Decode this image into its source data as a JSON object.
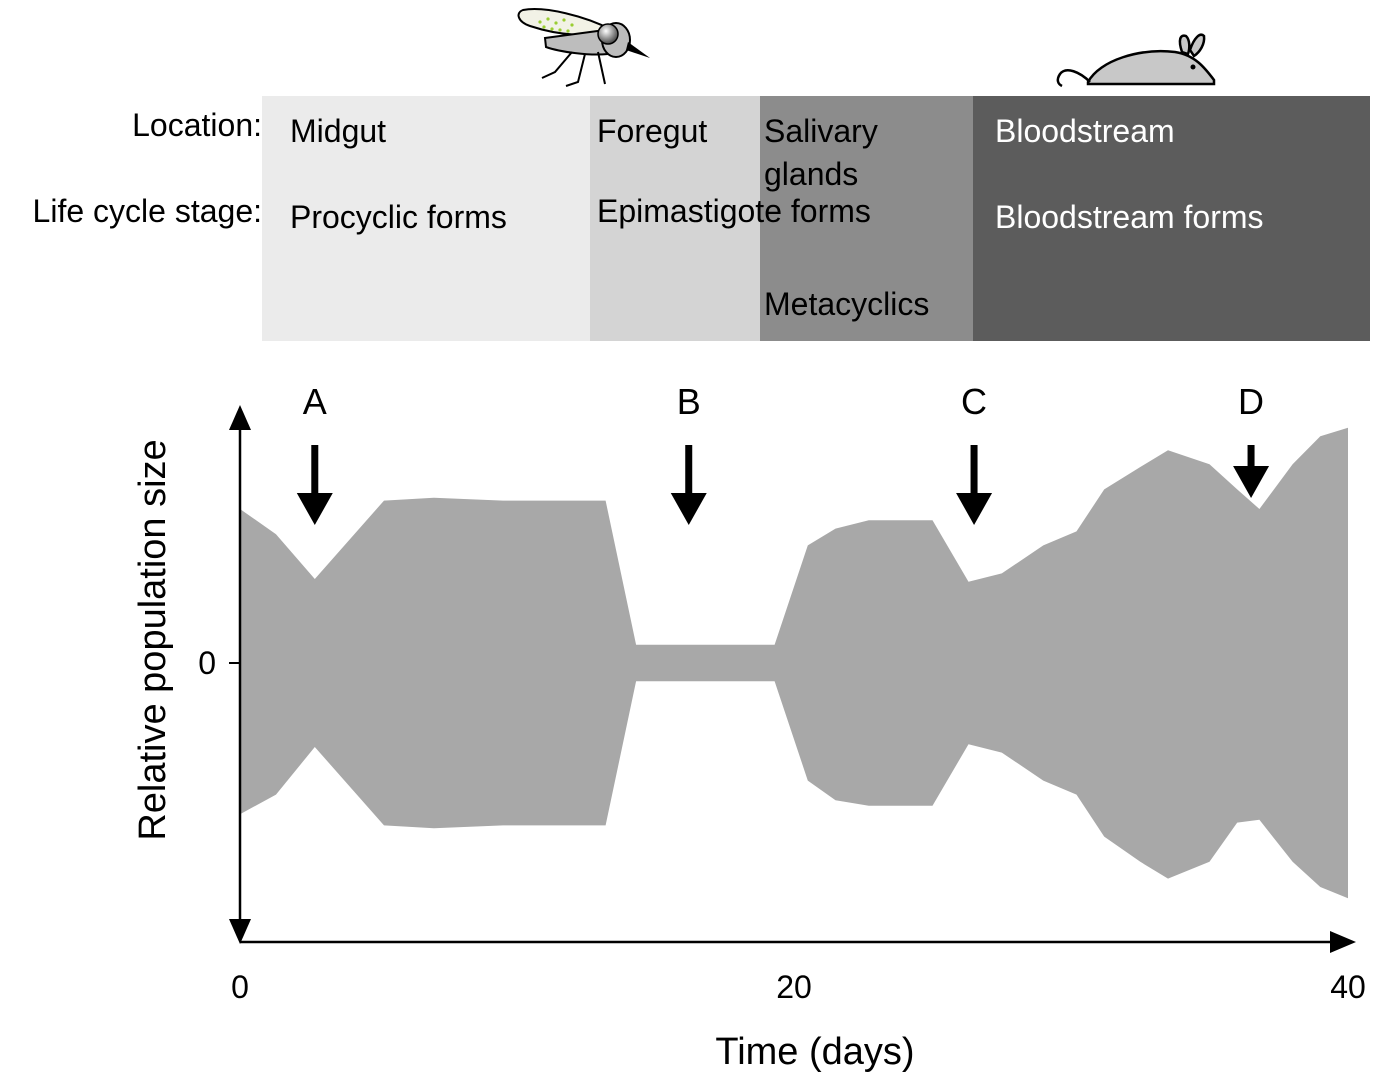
{
  "header": {
    "row_labels": {
      "location": "Location:",
      "stage": "Life cycle stage:"
    },
    "panels": [
      {
        "location": "Midgut",
        "stage": "Procyclic forms",
        "fill": "#ebebeb",
        "text_color": "#000000"
      },
      {
        "location": "Foregut",
        "stage": "Epimastigote forms",
        "fill": "#d4d4d4",
        "text_color": "#000000"
      },
      {
        "location": [
          "Salivary",
          "glands"
        ],
        "stage": "Metacyclics",
        "fill": "#8c8c8c",
        "text_color": "#000000"
      },
      {
        "location": "Bloodstream",
        "stage": "Bloodstream forms",
        "fill": "#5c5c5c",
        "text_color": "#ffffff"
      }
    ],
    "icons": [
      "tsetse-fly-icon",
      "mouse-icon"
    ]
  },
  "chart_data": {
    "type": "area",
    "xlabel": "Time (days)",
    "ylabel": "Relative population size",
    "xlim": [
      0,
      40
    ],
    "ylim": [
      -100,
      100
    ],
    "x_ticks": [
      0,
      20,
      40
    ],
    "y_ticks": [
      0
    ],
    "fill_color": "#a8a8a8",
    "grid": false,
    "legend": "none",
    "series": [
      {
        "x": [
          0,
          1.3,
          2.7,
          5.2,
          7,
          9.5,
          12,
          13.2,
          14.3,
          16,
          18,
          19.3,
          20.5,
          21.5,
          22.7,
          24,
          25,
          26.3,
          27.5,
          29,
          30.2,
          31.2,
          32.5,
          33.5,
          35,
          36,
          36.8,
          38,
          39,
          40
        ],
        "upper": [
          55,
          46,
          30,
          58,
          59,
          58,
          58,
          58,
          6.5,
          6.5,
          6.5,
          6.5,
          42,
          48,
          51,
          51,
          51,
          29,
          32,
          42,
          47,
          62,
          70,
          76,
          71,
          62,
          55,
          71,
          81,
          84
        ],
        "lower": [
          -54,
          -47,
          -30,
          -58,
          -59,
          -58,
          -58,
          -58,
          -6.5,
          -6.5,
          -6.5,
          -6.5,
          -42,
          -49,
          -51,
          -51,
          -51,
          -29,
          -32,
          -42,
          -47,
          -62,
          -71,
          -77,
          -71,
          -57,
          -56,
          -71,
          -80,
          -84
        ]
      }
    ],
    "annotations": [
      {
        "label": "A",
        "x": 2.7,
        "arrow": "down"
      },
      {
        "label": "B",
        "x": 16.2,
        "arrow": "down"
      },
      {
        "label": "C",
        "x": 26.5,
        "arrow": "down"
      },
      {
        "label": "D",
        "x": 36.5,
        "arrow": "down"
      }
    ]
  }
}
